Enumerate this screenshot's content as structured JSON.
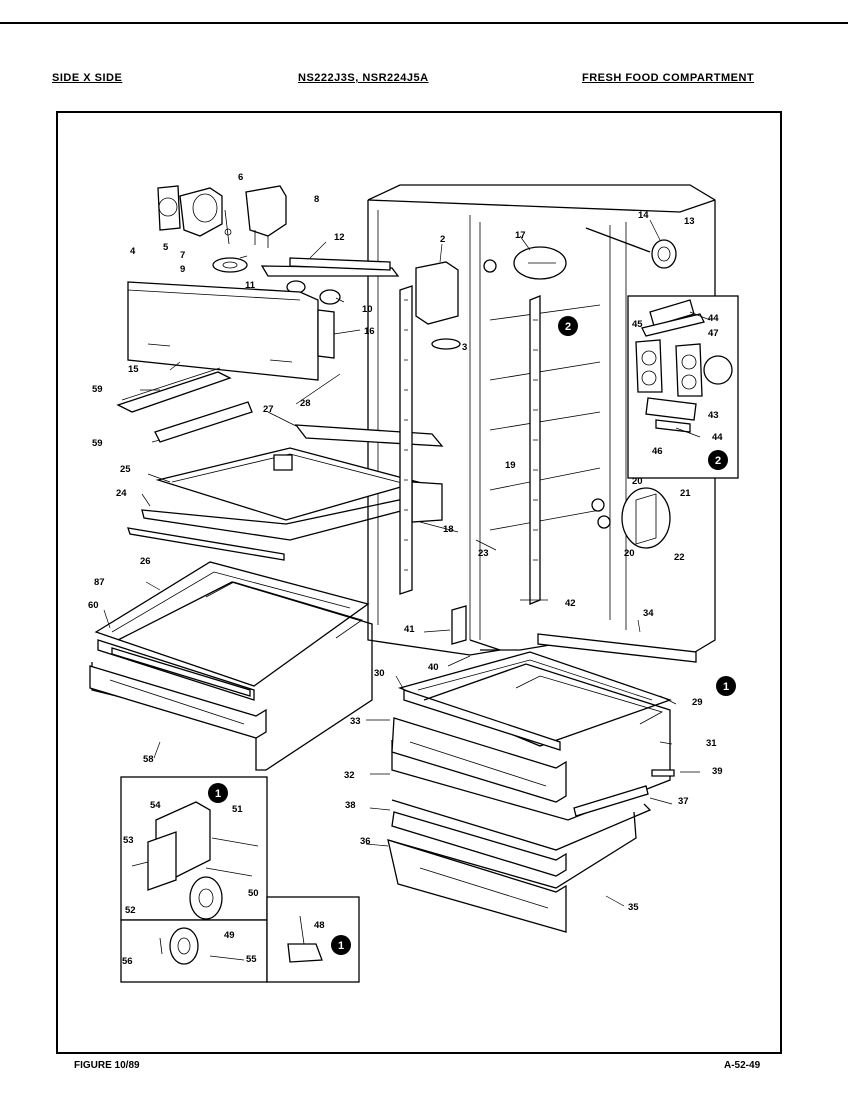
{
  "header": {
    "left": "SIDE X SIDE",
    "center": "NS222J3S, NSR224J5A",
    "right": "FRESH FOOD COMPARTMENT"
  },
  "footer": {
    "left": "FIGURE 10/89",
    "right": "A-52-49"
  },
  "callouts": [
    "1",
    "2",
    "3",
    "4",
    "5",
    "6",
    "7",
    "8",
    "9",
    "10",
    "11",
    "12",
    "13",
    "14",
    "15",
    "16",
    "17",
    "18",
    "19",
    "20",
    "20",
    "21",
    "22",
    "23",
    "24",
    "25",
    "26",
    "27",
    "28",
    "29",
    "30",
    "31",
    "32",
    "33",
    "34",
    "35",
    "36",
    "37",
    "38",
    "39",
    "40",
    "41",
    "42",
    "43",
    "44",
    "44",
    "45",
    "46",
    "47",
    "48",
    "49",
    "50",
    "51",
    "52",
    "53",
    "54",
    "55",
    "56",
    "58",
    "59",
    "59",
    "60",
    "87"
  ],
  "badges": [
    "1",
    "2",
    "1",
    "1",
    "2"
  ]
}
